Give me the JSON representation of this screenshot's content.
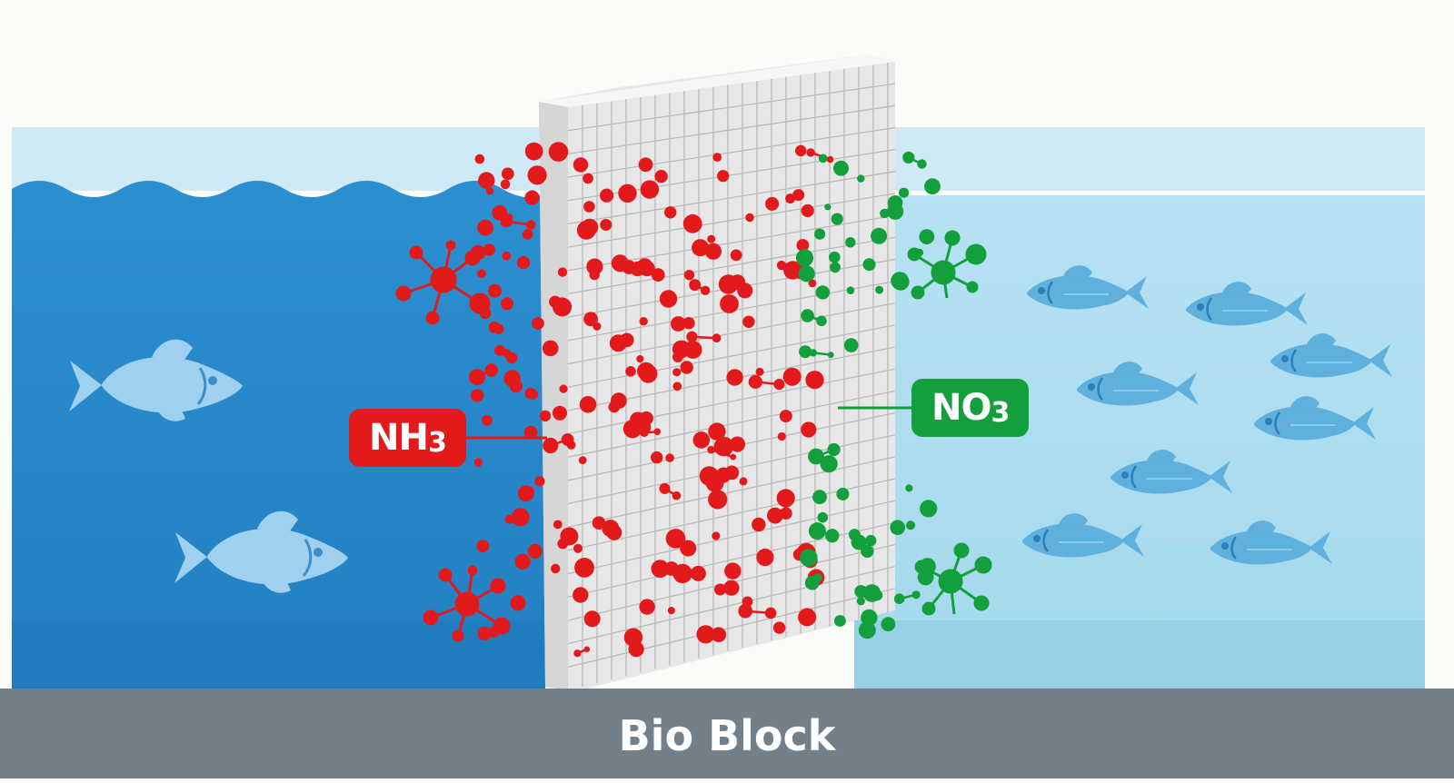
{
  "diagram": {
    "caption": "Bio Block",
    "labels": {
      "input_chemical": {
        "main": "NH",
        "sub": "3"
      },
      "output_chemical": {
        "main": "NO",
        "sub": "3"
      }
    },
    "colors": {
      "ammonia": "#e31a1c",
      "nitrate": "#13a03c",
      "untreated_water": "#2a8dce",
      "treated_water": "#a9dcf0",
      "filter_block": "#eeeeee",
      "caption_bar": "#738089"
    },
    "icons": [
      "fish-icon",
      "molecule-icon",
      "filter-block"
    ]
  }
}
